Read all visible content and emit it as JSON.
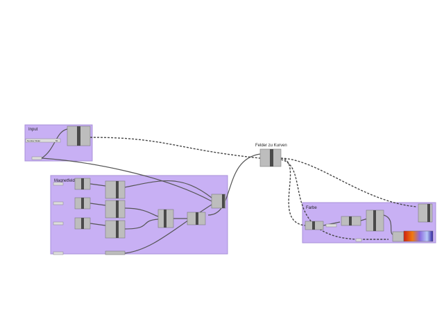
{
  "canvas": {
    "groups": [
      {
        "label": "Input"
      },
      {
        "label": "Magnetfelder"
      },
      {
        "label": "Farbe"
      }
    ],
    "floating_label": "Felder zu Kurven",
    "input": {
      "slider_label": "Number Slider",
      "slider_value": "50"
    },
    "colors": {
      "group_fill": "#c8b0f4",
      "component": "#bdbdbd",
      "canvas": "#ffffff"
    }
  }
}
